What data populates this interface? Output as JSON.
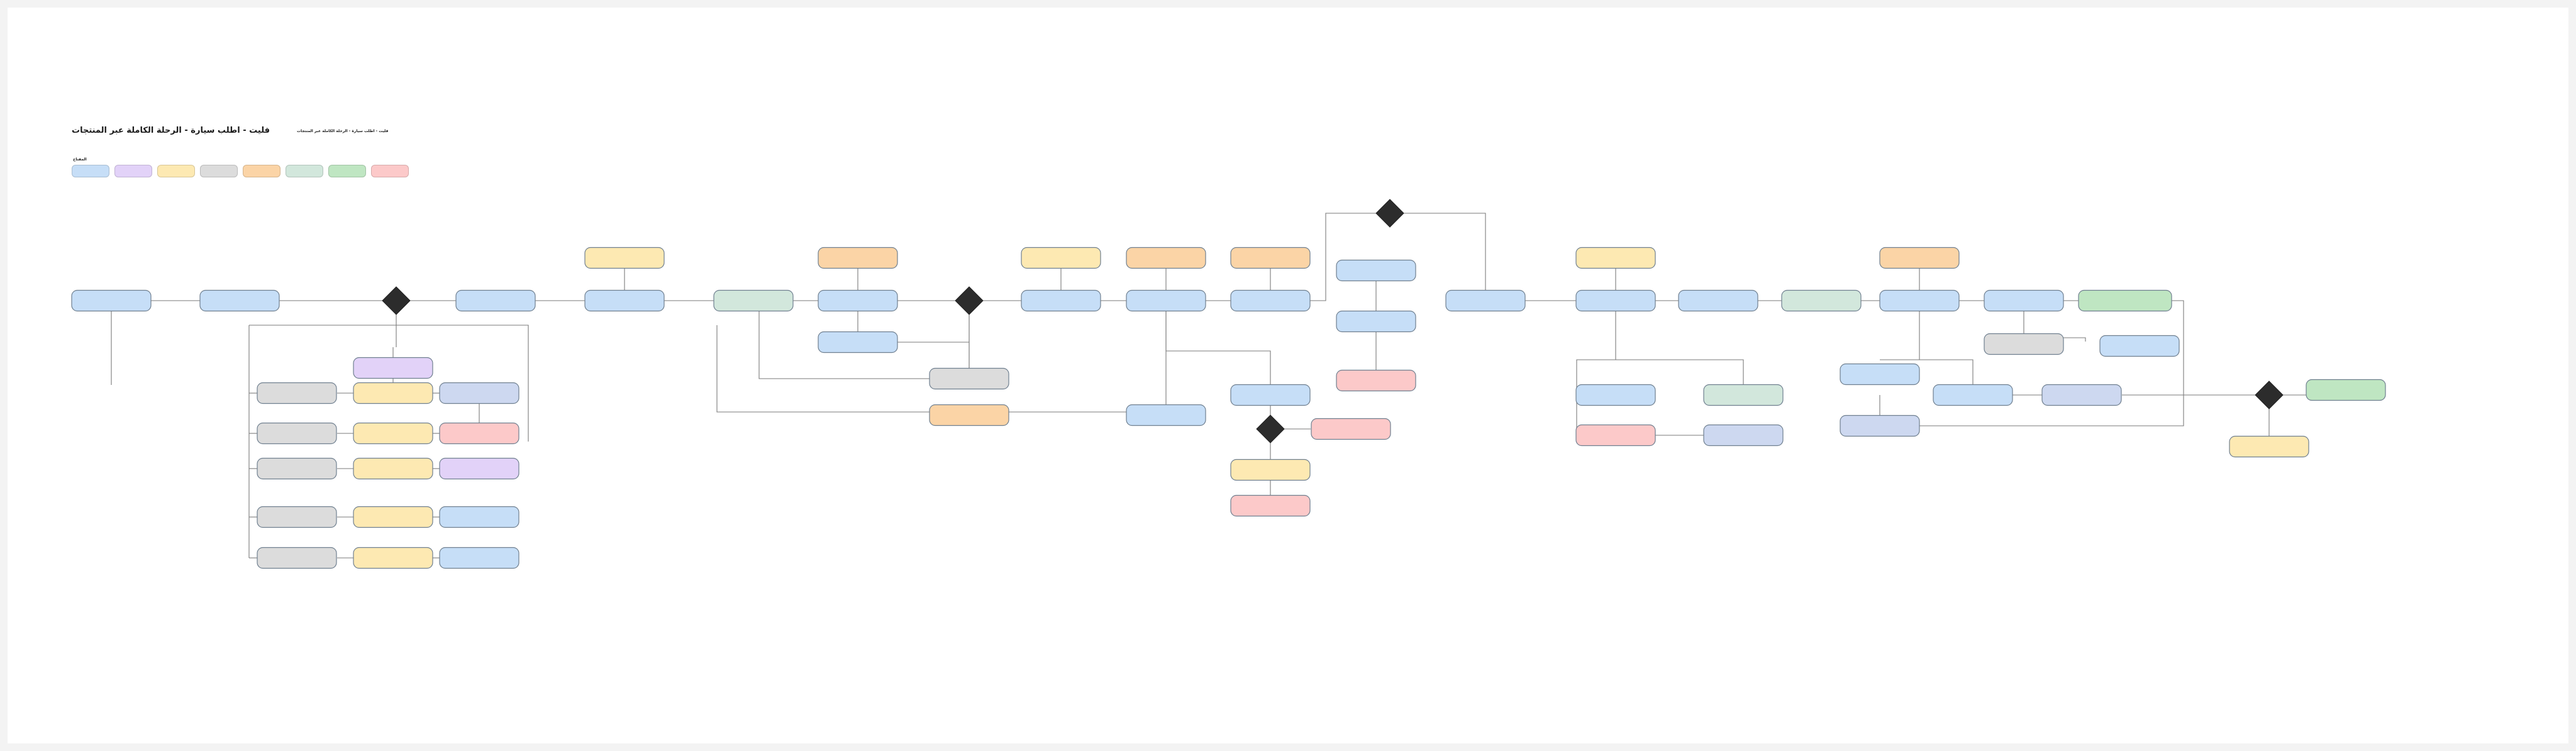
{
  "header": {
    "title": "فليت - اطلب سيارة - الرحلة الكاملة عبر المنتجات",
    "right_title": "فليت - اطلب سيارة - الرحلة الكاملة عبر المنتجات",
    "legend_label": "المفتاح"
  },
  "legend": [
    {
      "color": "#c6def7"
    },
    {
      "color": "#e2d2f8"
    },
    {
      "color": "#fde9b2"
    },
    {
      "color": "#dcdcdc"
    },
    {
      "color": "#fbd4a6"
    },
    {
      "color": "#d2e7dc"
    },
    {
      "color": "#bfe6c2"
    },
    {
      "color": "#fcc9c9"
    }
  ],
  "colors": {
    "blue": "#c6def7",
    "purple": "#e2d2f8",
    "yellow": "#fde9b2",
    "gray": "#dcdcdc",
    "orange": "#fbd4a6",
    "teal": "#d2e7dc",
    "green": "#bfe6c2",
    "red": "#fcc9c9",
    "indigo": "#cdd8f0",
    "decision": "#2c2c2c",
    "edge": "#7a7a7a"
  }
}
